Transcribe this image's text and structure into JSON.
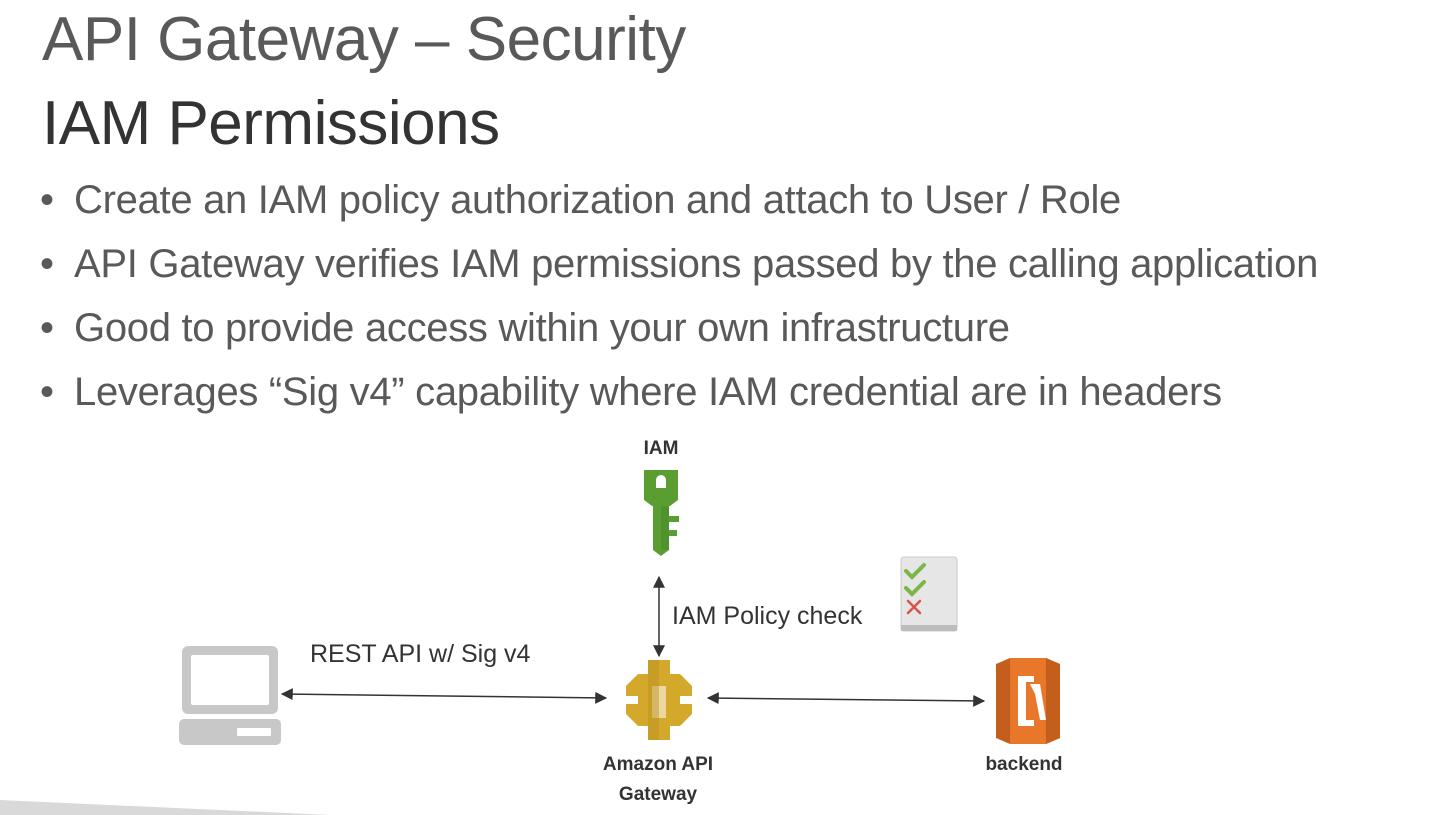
{
  "slide": {
    "title": "API Gateway – Security",
    "subtitle": "IAM Permissions",
    "bullets": [
      "Create an IAM policy authorization and attach to User / Role",
      "API Gateway verifies IAM permissions passed by the calling application",
      "Good to provide access within your own infrastructure",
      "Leverages “Sig v4” capability where IAM credential are in headers"
    ]
  },
  "diagram": {
    "nodes": {
      "iam": {
        "label": "IAM",
        "icon": "iam-key-icon",
        "color": "#5a9e32"
      },
      "api_gateway": {
        "label_line1": "Amazon API",
        "label_line2": "Gateway",
        "icon": "api-gateway-icon",
        "color": "#d4a82a"
      },
      "backend": {
        "label": "backend",
        "icon": "lambda-icon",
        "color": "#e8772a"
      },
      "client": {
        "icon": "laptop-icon",
        "color": "#c8c8c8"
      },
      "policy": {
        "icon": "policy-checklist-icon"
      }
    },
    "edges": {
      "client_to_gateway": "REST API w/ Sig v4",
      "gateway_to_iam": "IAM Policy check"
    }
  }
}
